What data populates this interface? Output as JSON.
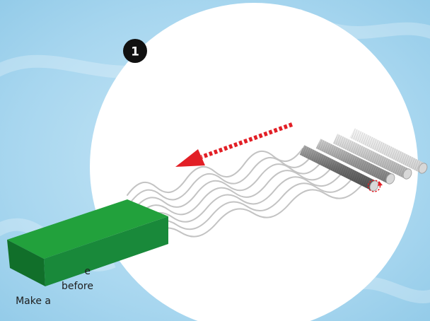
{
  "step": {
    "number": "1"
  },
  "caption": {
    "line1": "e",
    "line2": "before",
    "line3": "Make a"
  },
  "colors": {
    "background_blue": "#9fd0ea",
    "circle": "#ffffff",
    "badge": "#111111",
    "block_top": "#22a13c",
    "block_front": "#19893a",
    "block_side": "#116f2a",
    "arrow": "#e21f26",
    "wave": "#c3c3c3"
  },
  "icons": {
    "arrow": "dotted-arrow-left",
    "rods": "cylinder-rods",
    "rotation": "rotation-indicator"
  }
}
